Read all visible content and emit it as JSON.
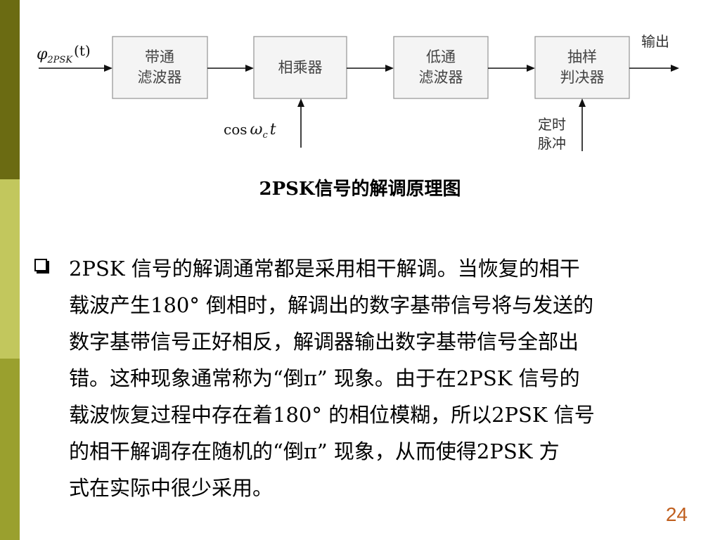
{
  "diagram": {
    "input_signal": {
      "symbol": "φ",
      "subscript": "2PSK",
      "argument": "(t)"
    },
    "blocks": [
      {
        "id": "bandpass-filter",
        "lines": [
          "带通",
          "滤波器"
        ]
      },
      {
        "id": "multiplier",
        "lines": [
          "相乘器"
        ]
      },
      {
        "id": "lowpass-filter",
        "lines": [
          "低通",
          "滤波器"
        ]
      },
      {
        "id": "sample-decision",
        "lines": [
          "抽样",
          "判决器"
        ]
      }
    ],
    "carrier": {
      "func": "cos",
      "omega": "ω",
      "subscript": "c",
      "var": "t"
    },
    "timing_pulse": [
      "定时",
      "脉冲"
    ],
    "output_label": "输出"
  },
  "caption": "2PSK信号的解调原理图",
  "paragraph_lines": [
    "2PSK 信号的解调通常都是采用相干解调。当恢复的相干",
    "载波产生180° 倒相时，解调出的数字基带信号将与发送的",
    "数字基带信号正好相反，解调器输出数字基带信号全部出",
    "错。这种现象通常称为“倒π” 现象。由于在2PSK 信号的",
    "载波恢复过程中存在着180° 的相位模糊，所以2PSK 信号",
    "的相干解调存在随机的“倒π” 现象，从而使得2PSK 方",
    "式在实际中很少采用。"
  ],
  "page_number": "24",
  "colors": {
    "sidebar_dark": "#6b6b12",
    "sidebar_light": "#c2c75d",
    "sidebar_mid": "#9aa02e",
    "page_number": "#c06020"
  }
}
